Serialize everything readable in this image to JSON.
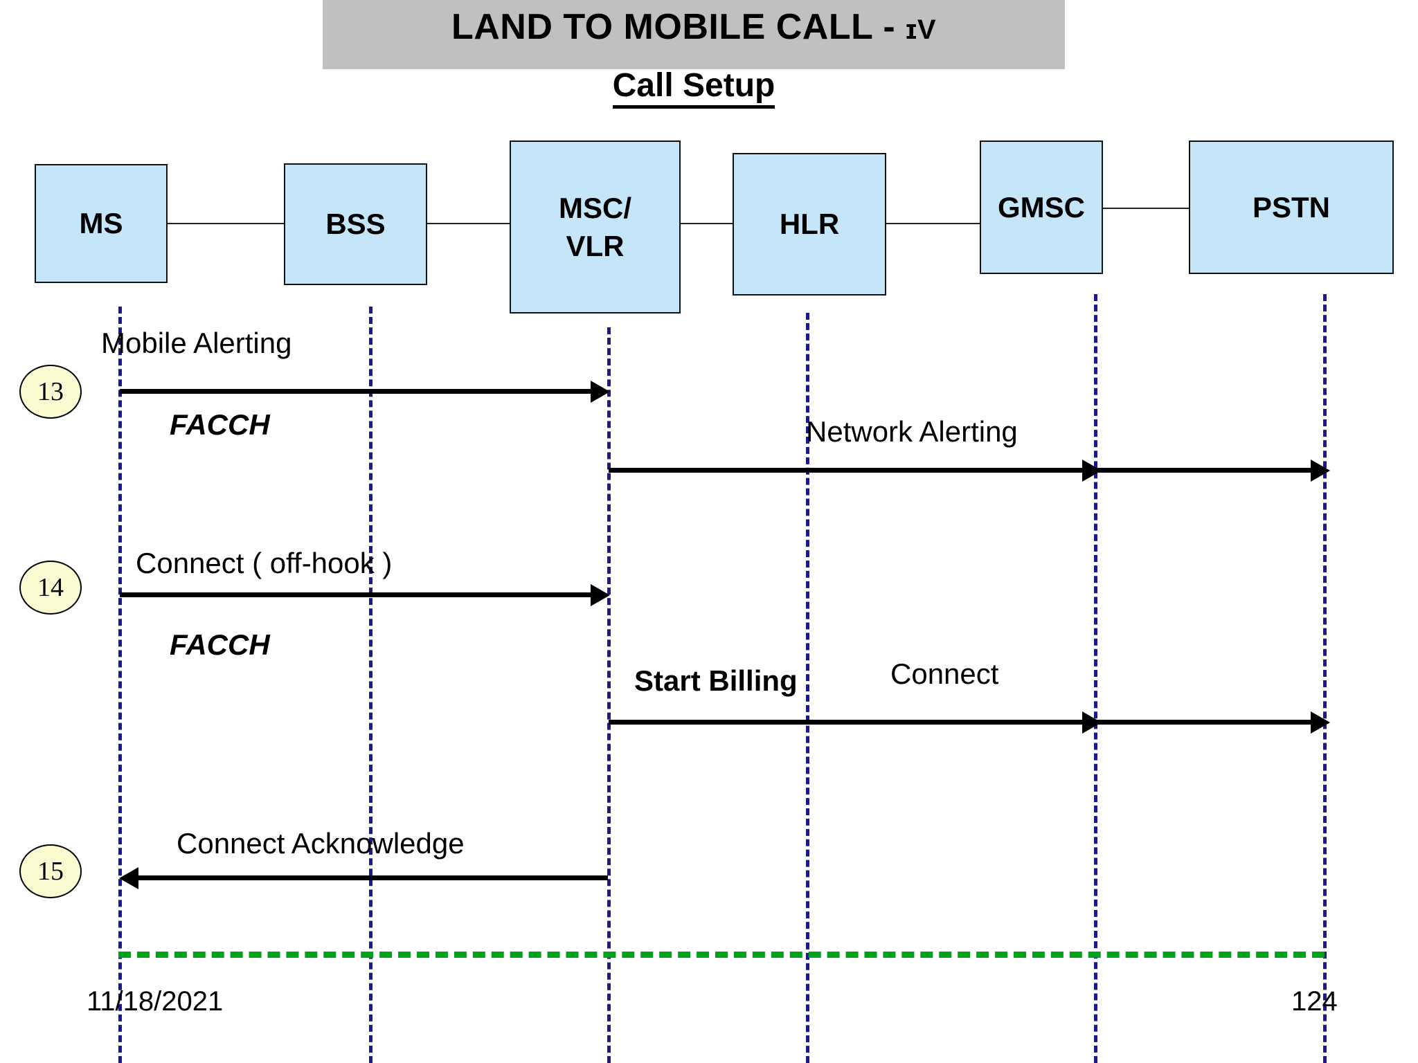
{
  "slide": {
    "title_main": "LAND TO MOBILE CALL - ",
    "title_suffix": "ɪV",
    "subtitle": "Call Setup"
  },
  "nodes": [
    {
      "id": "ms",
      "label": "MS"
    },
    {
      "id": "bss",
      "label": "BSS"
    },
    {
      "id": "msc",
      "label": "MSC/\nVLR"
    },
    {
      "id": "hlr",
      "label": "HLR"
    },
    {
      "id": "gmsc",
      "label": "GMSC"
    },
    {
      "id": "pstn",
      "label": "PSTN"
    }
  ],
  "steps": [
    {
      "number": "13"
    },
    {
      "number": "14"
    },
    {
      "number": "15"
    }
  ],
  "messages": [
    {
      "id": "mobile-alerting",
      "label": "Mobile Alerting"
    },
    {
      "id": "facch-1",
      "label": "FACCH"
    },
    {
      "id": "network-alerting",
      "label": "Network Alerting"
    },
    {
      "id": "connect-offhook",
      "label": "Connect ( off-hook )"
    },
    {
      "id": "facch-2",
      "label": "FACCH"
    },
    {
      "id": "start-billing",
      "label": "Start Billing"
    },
    {
      "id": "connect",
      "label": "Connect"
    },
    {
      "id": "connect-acknowledge",
      "label": "Connect  Acknowledge"
    }
  ],
  "footer": {
    "date": "11/18/2021",
    "page_number": "124"
  },
  "colors": {
    "node_fill": "#c5e5f8",
    "node_border": "#111111",
    "title_band": "#c0c0c0",
    "lifeline": "#1a1a8c",
    "step_bubble": "#fbfbd2",
    "separator": "#00a21a",
    "arrow": "#000000"
  }
}
